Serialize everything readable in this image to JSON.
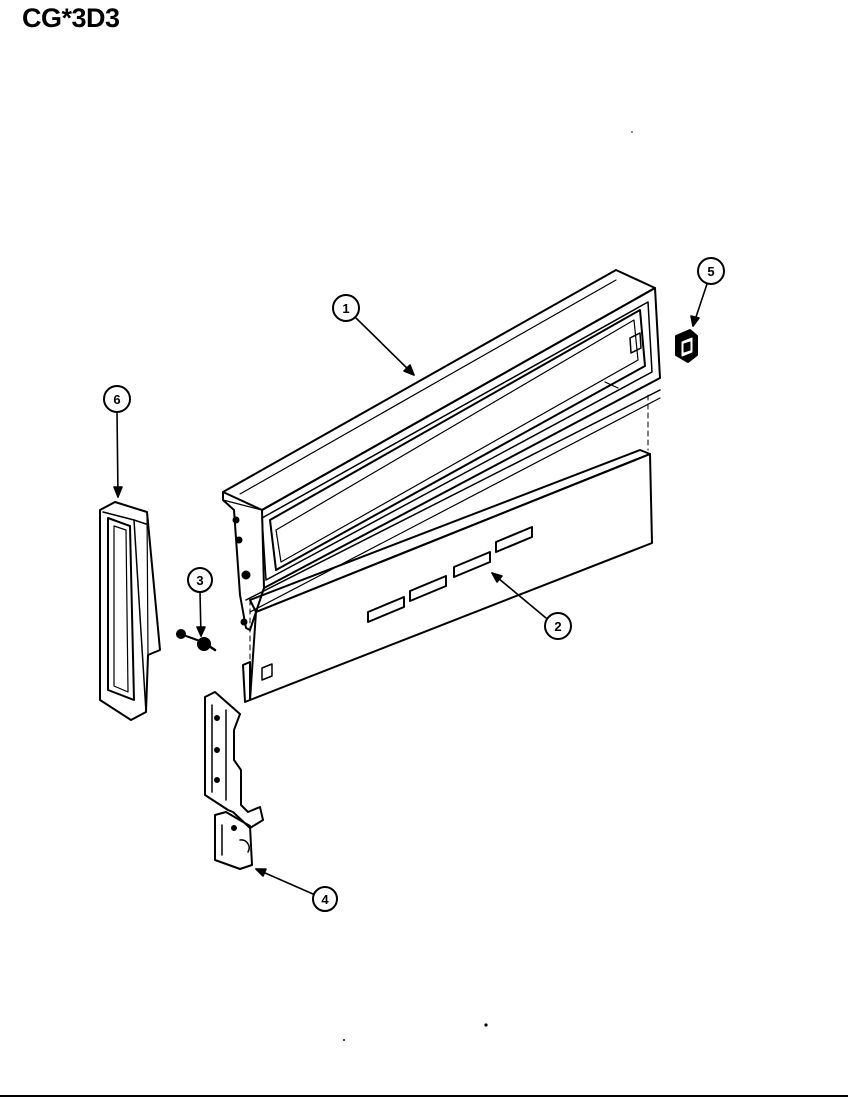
{
  "header": {
    "model": "CG*3D3"
  },
  "callouts": [
    {
      "label": "1",
      "part": "control-panel-backguard"
    },
    {
      "label": "2",
      "part": "lower-trim-panel"
    },
    {
      "label": "3",
      "part": "screw"
    },
    {
      "label": "4",
      "part": "mounting-bracket"
    },
    {
      "label": "5",
      "part": "switch"
    },
    {
      "label": "6",
      "part": "end-cap"
    }
  ],
  "colors": {
    "line": "#000000",
    "background": "#ffffff"
  }
}
